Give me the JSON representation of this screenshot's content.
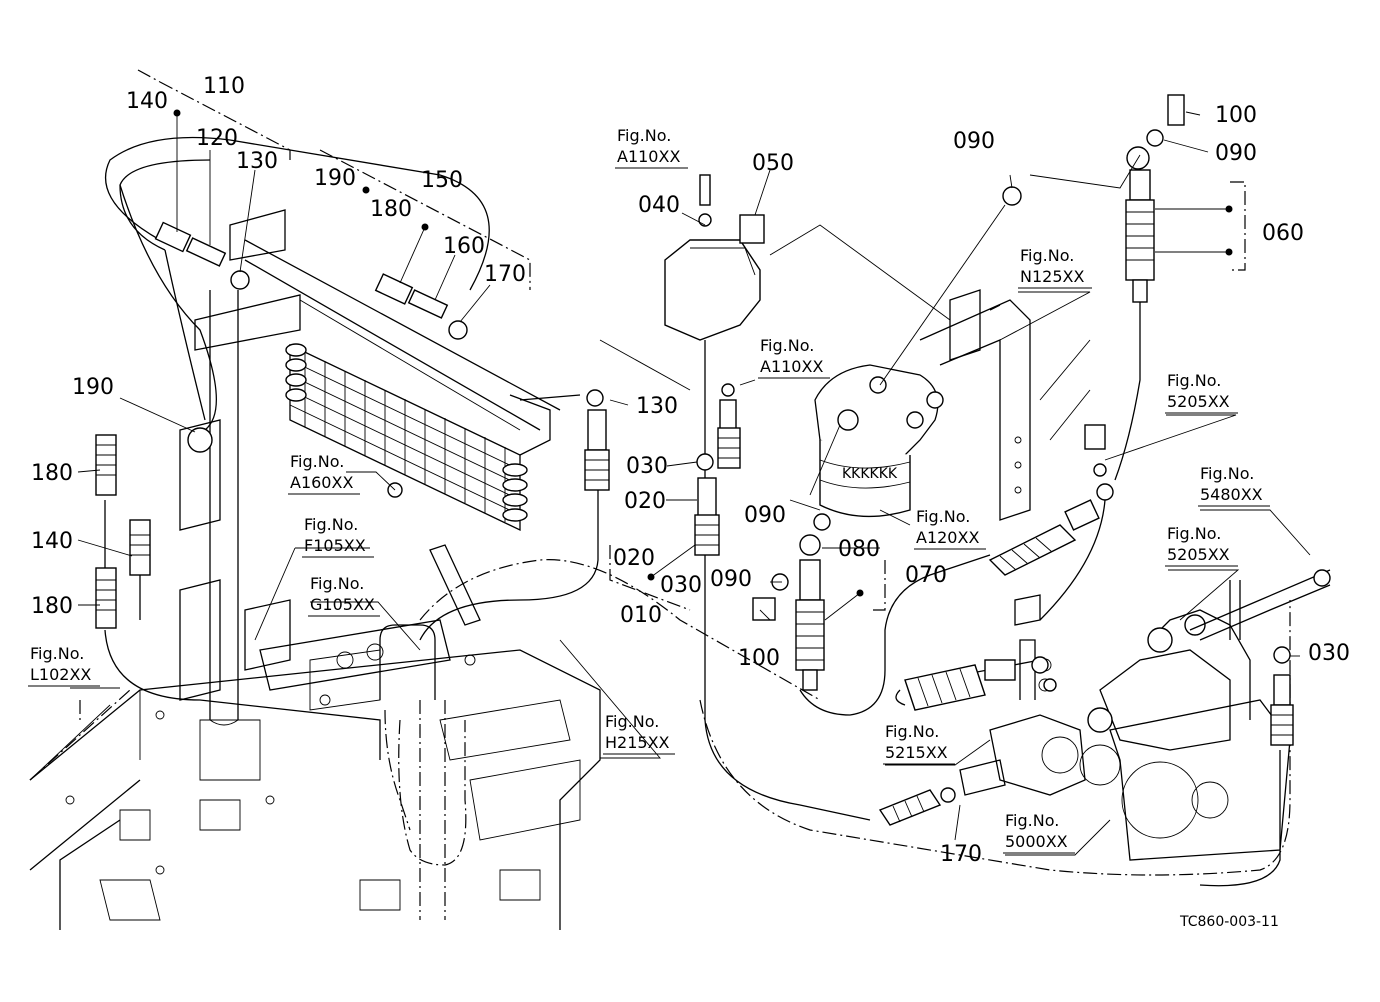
{
  "diagram": {
    "part_labels": {
      "p110": "110",
      "p140a": "140",
      "p120": "120",
      "p130a": "130",
      "p190a": "190",
      "p150": "150",
      "p180a": "180",
      "p160": "160",
      "p170a": "170",
      "p190b": "190",
      "p180b": "180",
      "p140b": "140",
      "p180c": "180",
      "p130b": "130",
      "p040": "040",
      "p050": "050",
      "p030a": "030",
      "p020a": "020",
      "p020b": "020",
      "p030b": "030",
      "p010": "010",
      "p090a": "090",
      "p100a": "100",
      "p090b": "090",
      "p060": "060",
      "p090c": "090",
      "p080": "080",
      "p090d": "090",
      "p070": "070",
      "p100b": "100",
      "p030c": "030",
      "p170b": "170"
    },
    "fig_refs": {
      "a110a": {
        "line1": "Fig.No.",
        "line2": "A110XX"
      },
      "a110b": {
        "line1": "Fig.No.",
        "line2": "A110XX"
      },
      "n125": {
        "line1": "Fig.No.",
        "line2": "N125XX"
      },
      "s5205a": {
        "line1": "Fig.No.",
        "line2": "5205XX"
      },
      "s5480": {
        "line1": "Fig.No.",
        "line2": "5480XX"
      },
      "s5205b": {
        "line1": "Fig.No.",
        "line2": "5205XX"
      },
      "a160": {
        "line1": "Fig.No.",
        "line2": "A160XX"
      },
      "f105": {
        "line1": "Fig.No.",
        "line2": "F105XX"
      },
      "g105": {
        "line1": "Fig.No.",
        "line2": "G105XX"
      },
      "l102": {
        "line1": "Fig.No.",
        "line2": "L102XX"
      },
      "h215": {
        "line1": "Fig.No.",
        "line2": "H215XX"
      },
      "a120": {
        "line1": "Fig.No.",
        "line2": "A120XX"
      },
      "s5215": {
        "line1": "Fig.No.",
        "line2": "5215XX"
      },
      "s5000": {
        "line1": "Fig.No.",
        "line2": "5000XX"
      }
    },
    "drawing_code": "TC860-003-11"
  }
}
